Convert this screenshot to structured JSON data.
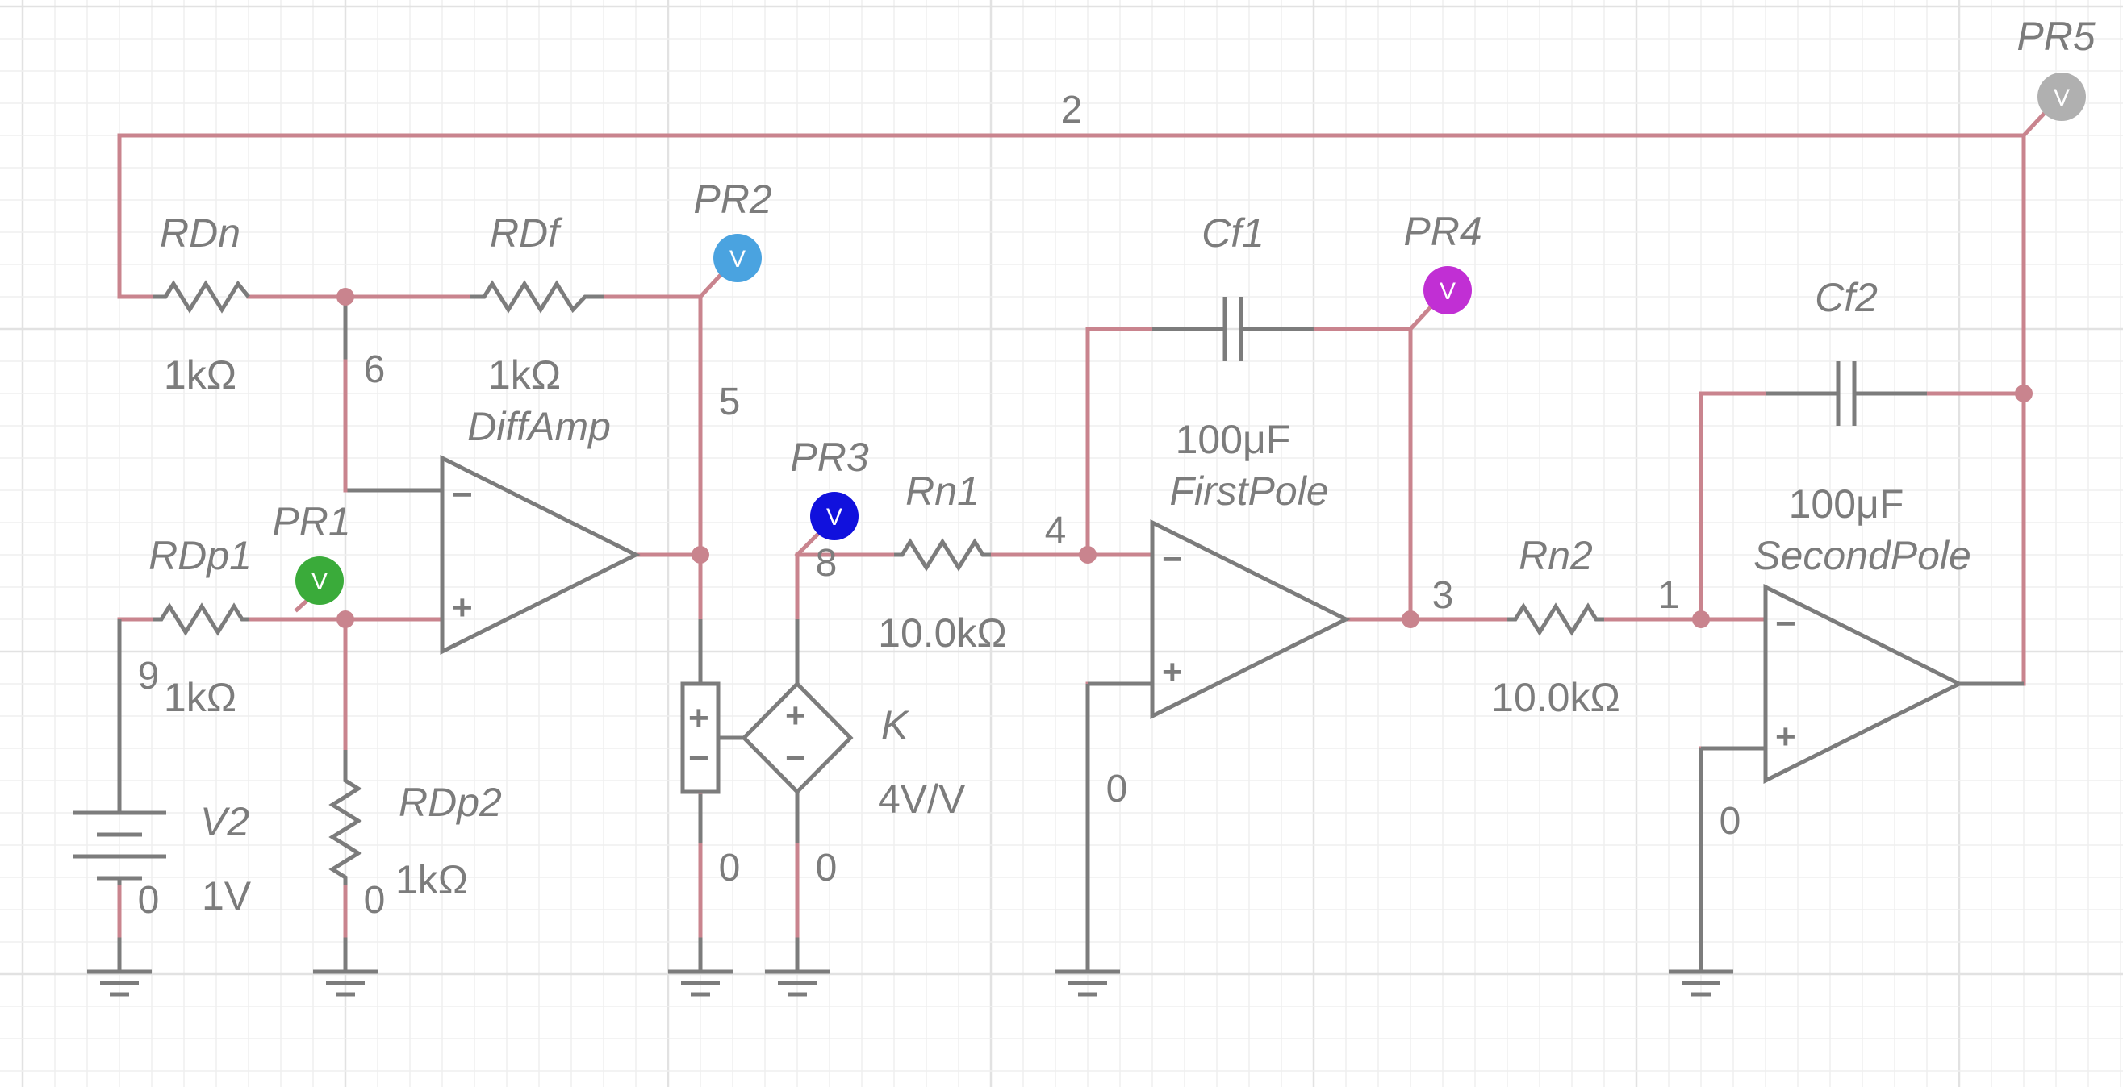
{
  "colors": {
    "wire": "#c9848e",
    "component": "#7c7c7c",
    "probe_pr1": "#3aab3a",
    "probe_pr2": "#4aa3e0",
    "probe_pr3": "#1111dd",
    "probe_pr4": "#c12fd4",
    "probe_pr5": "#b0b0b0"
  },
  "components": {
    "rdn": {
      "name": "RDn",
      "value": "1kΩ"
    },
    "rdf": {
      "name": "RDf",
      "value": "1kΩ"
    },
    "rdp1": {
      "name": "RDp1",
      "value": "1kΩ"
    },
    "rdp2": {
      "name": "RDp2",
      "value": "1kΩ"
    },
    "v2": {
      "name": "V2",
      "value": "1V"
    },
    "diffamp": {
      "name": "DiffAmp"
    },
    "k": {
      "name": "K",
      "value": "4V/V"
    },
    "rn1": {
      "name": "Rn1",
      "value": "10.0kΩ"
    },
    "cf1": {
      "name": "Cf1",
      "value": "100μF"
    },
    "firstpole": {
      "name": "FirstPole"
    },
    "rn2": {
      "name": "Rn2",
      "value": "10.0kΩ"
    },
    "cf2": {
      "name": "Cf2",
      "value": "100μF"
    },
    "secondpole": {
      "name": "SecondPole"
    }
  },
  "probes": {
    "pr1": {
      "name": "PR1",
      "symbol": "V"
    },
    "pr2": {
      "name": "PR2",
      "symbol": "V"
    },
    "pr3": {
      "name": "PR3",
      "symbol": "V"
    },
    "pr4": {
      "name": "PR4",
      "symbol": "V"
    },
    "pr5": {
      "name": "PR5",
      "symbol": "V"
    }
  },
  "nets": {
    "n2": "2",
    "n6": "6",
    "n5": "5",
    "n9": "9",
    "n8": "8",
    "n4": "4",
    "n3": "3",
    "n1": "1",
    "gnd_v2": "0",
    "gnd_rdp2": "0",
    "gnd_vs": "0",
    "gnd_k": "0",
    "gnd_fp": "0",
    "gnd_sp": "0"
  },
  "opamp_signs": {
    "minus": "−",
    "plus": "+"
  }
}
